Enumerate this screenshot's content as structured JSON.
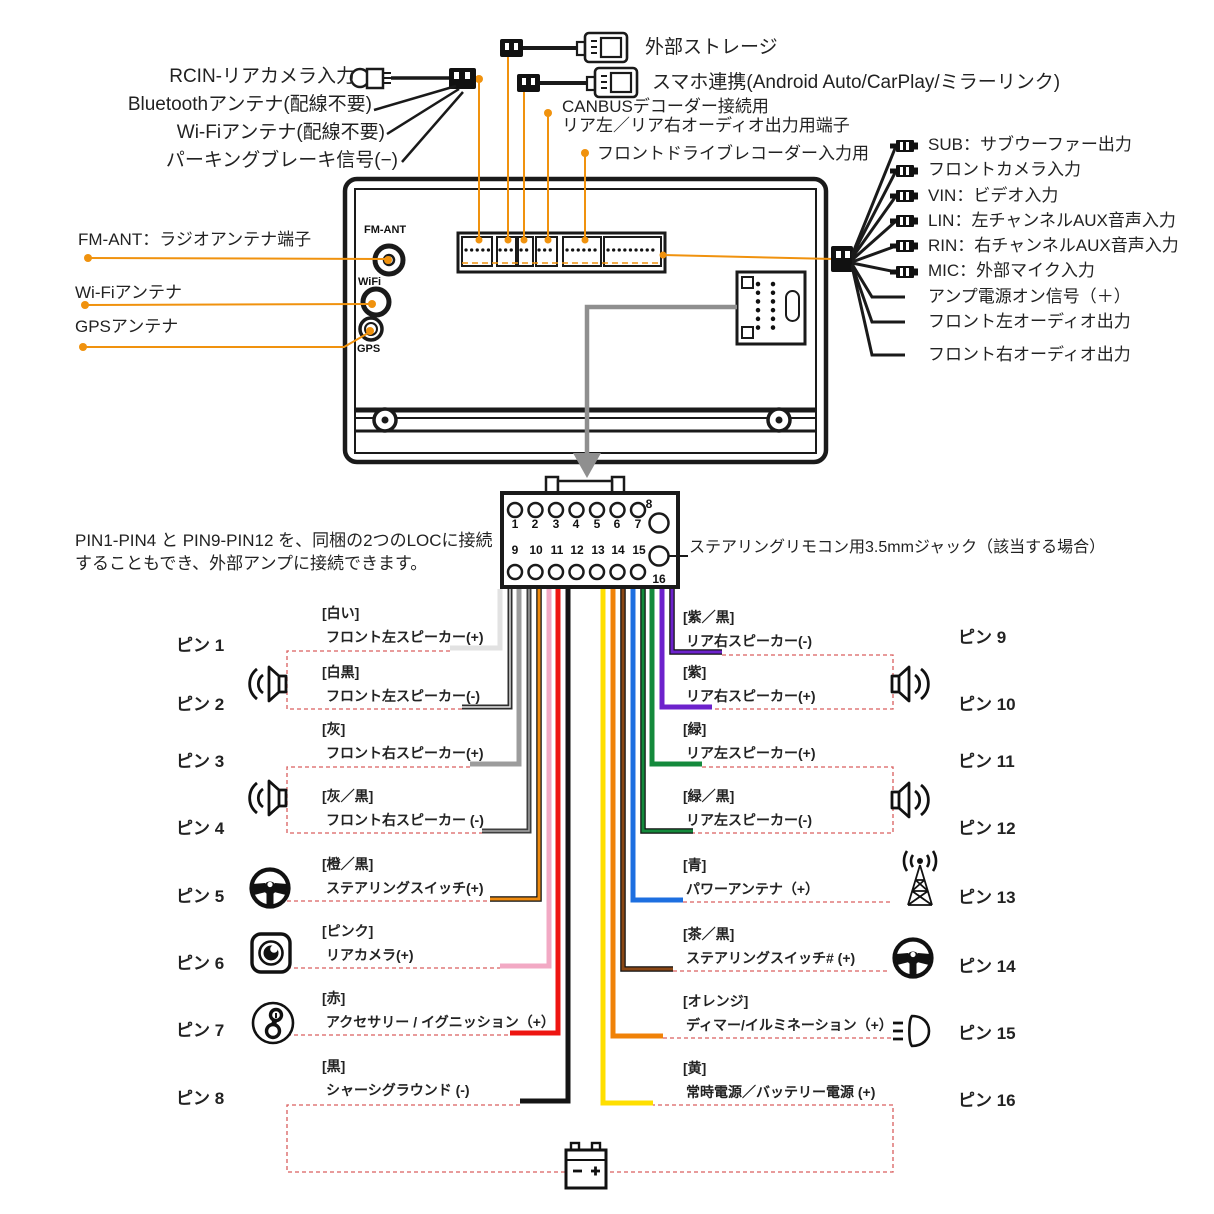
{
  "accent_orange": "#f0920e",
  "dashed_red": "#d95f5f",
  "top_plugs": {
    "rcin": "RCIN-リアカメラ入力",
    "bluetooth": "Bluetoothアンテナ(配線不要)",
    "wifi": "Wi-Fiアンテナ(配線不要)",
    "parking": "パーキングブレーキ信号(−)",
    "storage": "外部ストレージ",
    "phone": "スマホ連携(Android Auto/CarPlay/ミラーリンク)",
    "canbus1": "CANBUSデコーダー接続用",
    "canbus2": "リア左／リア右オーディオ出力用端子",
    "dashcam": "フロントドライブレコーダー入力用"
  },
  "left_ports": {
    "fm": "FM-ANT：ラジオアンテナ端子",
    "wifi": "Wi-Fiアンテナ",
    "gps": "GPSアンテナ"
  },
  "unit_ports": {
    "fm": "FM-ANT",
    "wifi": "WiFi",
    "gps": "GPS"
  },
  "right_outputs": [
    "SUB：サブウーファー出力",
    "フロントカメラ入力",
    "VIN：ビデオ入力",
    "LIN：左チャンネルAUX音声入力",
    "RIN：右チャンネルAUX音声入力",
    "MIC：外部マイク入力",
    "アンプ電源オン信号（＋）",
    "フロント左オーディオ出力",
    "フロント右オーディオ出力"
  ],
  "note": {
    "line1": "PIN1‐PIN4 と PIN9‐PIN12 を、同梱の2つのLOCに接続",
    "line2": "することもでき、外部アンプに接続できます。"
  },
  "jack_label": "ステアリングリモコン用3.5mmジャック（該当する場合）",
  "connector": {
    "top_pins": [
      "1",
      "2",
      "3",
      "4",
      "5",
      "6",
      "7"
    ],
    "pin8": "8",
    "bottom_pins": [
      "9",
      "10",
      "11",
      "12",
      "13",
      "14",
      "15"
    ],
    "pin16": "16"
  },
  "pins_left": [
    {
      "id": "ピン 1",
      "color": "[白い]",
      "label": "フロント左スピーカー(+)",
      "wire": "#e2e2e2"
    },
    {
      "id": "ピン 2",
      "color": "[白黒]",
      "label": "フロント左スピーカー(-)",
      "wire": "#2e2e2e",
      "stripe": "#e8e8e8"
    },
    {
      "id": "ピン 3",
      "color": "[灰]",
      "label": "フロント右スピーカー(+)",
      "wire": "#9c9c9c"
    },
    {
      "id": "ピン 4",
      "color": "[灰／黒]",
      "label": "フロント右スピーカー (-)",
      "wire": "#3f3f3f",
      "stripe": "#aaaaaa"
    },
    {
      "id": "ピン 5",
      "color": "[橙／黒]",
      "label": "ステアリングスイッチ(+)",
      "wire": "#ef8b10",
      "stripe": "#111111"
    },
    {
      "id": "ピン 6",
      "color": "[ピンク]",
      "label": "リアカメラ(+)",
      "wire": "#f2a9c4"
    },
    {
      "id": "ピン 7",
      "color": "[赤]",
      "label": "アクセサリー / イグニッション（+）",
      "wire": "#ee1511"
    },
    {
      "id": "ピン 8",
      "color": "[黒]",
      "label": "シャーシグラウンド (-)",
      "wire": "#141414"
    }
  ],
  "pins_right": [
    {
      "id": "ピン 9",
      "color": "[紫／黒]",
      "label": "リア右スピーカー(-)",
      "wire": "#6d22cc",
      "stripe": "#111111"
    },
    {
      "id": "ピン 10",
      "color": "[紫]",
      "label": "リア右スピーカー(+)",
      "wire": "#6d22cc"
    },
    {
      "id": "ピン 11",
      "color": "[緑]",
      "label": "リア左スピーカー(+)",
      "wire": "#148a3c"
    },
    {
      "id": "ピン 12",
      "color": "[緑／黒]",
      "label": "リア左スピーカー(-)",
      "wire": "#148a3c",
      "stripe": "#111111"
    },
    {
      "id": "ピン 13",
      "color": "[青]",
      "label": "パワーアンテナ（+）",
      "wire": "#1d6fe0"
    },
    {
      "id": "ピン 14",
      "color": "[茶／黒]",
      "label": "ステアリングスイッチ# (+)",
      "wire": "#8a4715",
      "stripe": "#111111"
    },
    {
      "id": "ピン 15",
      "color": "[オレンジ]",
      "label": "ディマー/イルミネーション（+）",
      "wire": "#f08208"
    },
    {
      "id": "ピン 16",
      "color": "[黄]",
      "label": "常時電源／バッテリー電源 (+)",
      "wire": "#ffdf00"
    }
  ]
}
